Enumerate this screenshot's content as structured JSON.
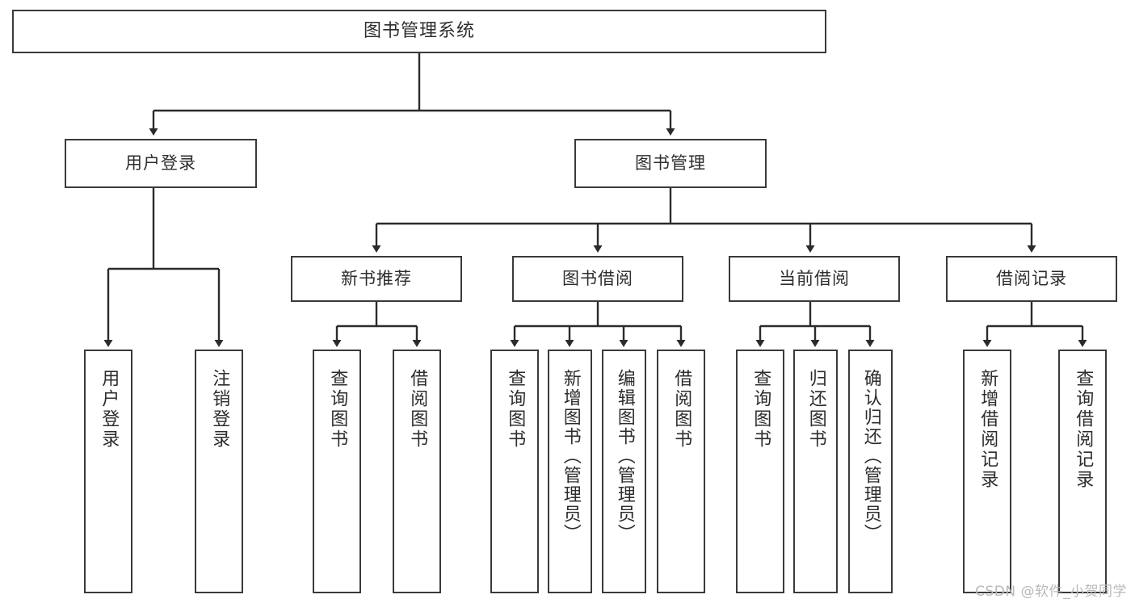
{
  "diagram": {
    "type": "tree",
    "title": "图书管理系统",
    "orientation": "top-down",
    "colors": {
      "box_border": "#3a3a3a",
      "box_fill": "#ffffff",
      "connector": "#2b2b2b",
      "text": "#2d2d2d",
      "watermark": "#b9b9b9"
    },
    "root": {
      "label": "图书管理系统"
    },
    "level1": [
      {
        "label": "用户登录"
      },
      {
        "label": "图书管理"
      }
    ],
    "level2": [
      {
        "label": "新书推荐"
      },
      {
        "label": "图书借阅"
      },
      {
        "label": "当前借阅"
      },
      {
        "label": "借阅记录"
      }
    ],
    "leaves": {
      "user_login": [
        {
          "label": "用户登录"
        },
        {
          "label": "注销登录"
        }
      ],
      "new_book_recommend": [
        {
          "label": "查询图书"
        },
        {
          "label": "借阅图书"
        }
      ],
      "book_borrow": [
        {
          "label": "查询图书"
        },
        {
          "label": "新增图书（管理员）"
        },
        {
          "label": "编辑图书（管理员）"
        },
        {
          "label": "借阅图书"
        }
      ],
      "current_borrow": [
        {
          "label": "查询图书"
        },
        {
          "label": "归还图书"
        },
        {
          "label": "确认归还（管理员）"
        }
      ],
      "borrow_record": [
        {
          "label": "新增借阅记录"
        },
        {
          "label": "查询借阅记录"
        }
      ]
    }
  },
  "watermark": {
    "text": "CSDN @软件_小贺同学"
  }
}
